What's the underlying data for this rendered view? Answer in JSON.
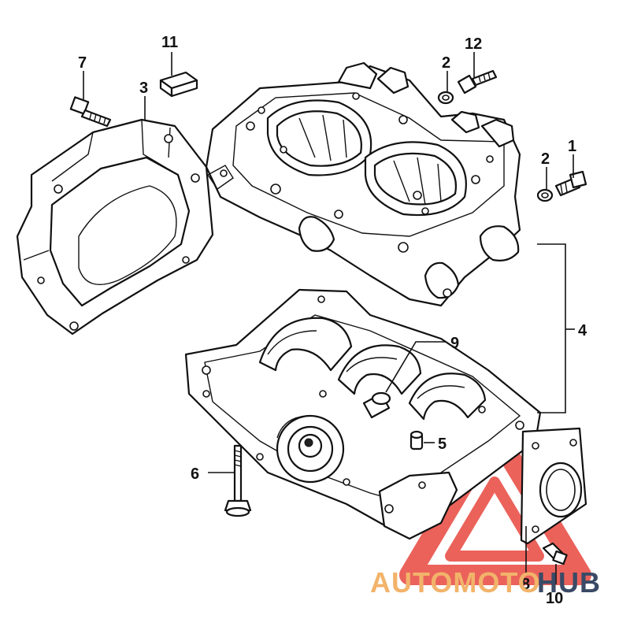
{
  "diagram": {
    "callouts": [
      {
        "id": "c1",
        "label": "1"
      },
      {
        "id": "c2a",
        "label": "2"
      },
      {
        "id": "c2b",
        "label": "2"
      },
      {
        "id": "c3",
        "label": "3"
      },
      {
        "id": "c4",
        "label": "4"
      },
      {
        "id": "c5",
        "label": "5"
      },
      {
        "id": "c6",
        "label": "6"
      },
      {
        "id": "c7",
        "label": "7"
      },
      {
        "id": "c8",
        "label": "8"
      },
      {
        "id": "c9",
        "label": "9"
      },
      {
        "id": "c10",
        "label": "10"
      },
      {
        "id": "c11",
        "label": "11"
      },
      {
        "id": "c12",
        "label": "12"
      }
    ]
  },
  "watermark": {
    "part1": "AUTOMOTO",
    "part2": "HUB",
    "colors": {
      "triangle": "#e8473f",
      "text_primary": "#f2b36a",
      "text_secondary": "#3a4a66"
    }
  }
}
